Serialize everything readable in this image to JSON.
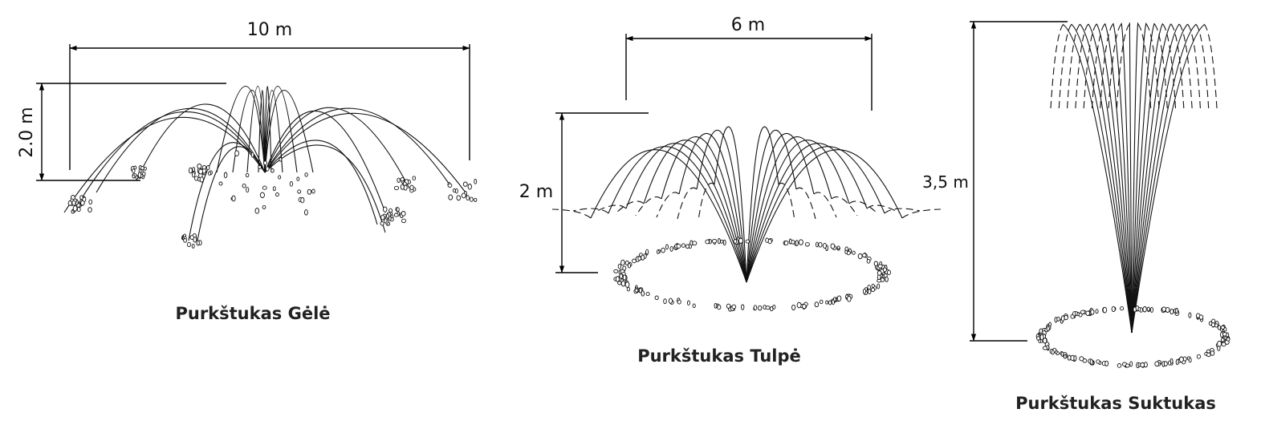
{
  "fountains": [
    {
      "caption": "Purkštukas Gėlė",
      "width_label": "10 m",
      "height_label": "2.0 m"
    },
    {
      "caption": "Purkštukas Tulpė",
      "width_label": "6 m",
      "height_label": "2 m"
    },
    {
      "caption": "Purkštukas Suktukas",
      "height_label": "3,5 m"
    }
  ]
}
